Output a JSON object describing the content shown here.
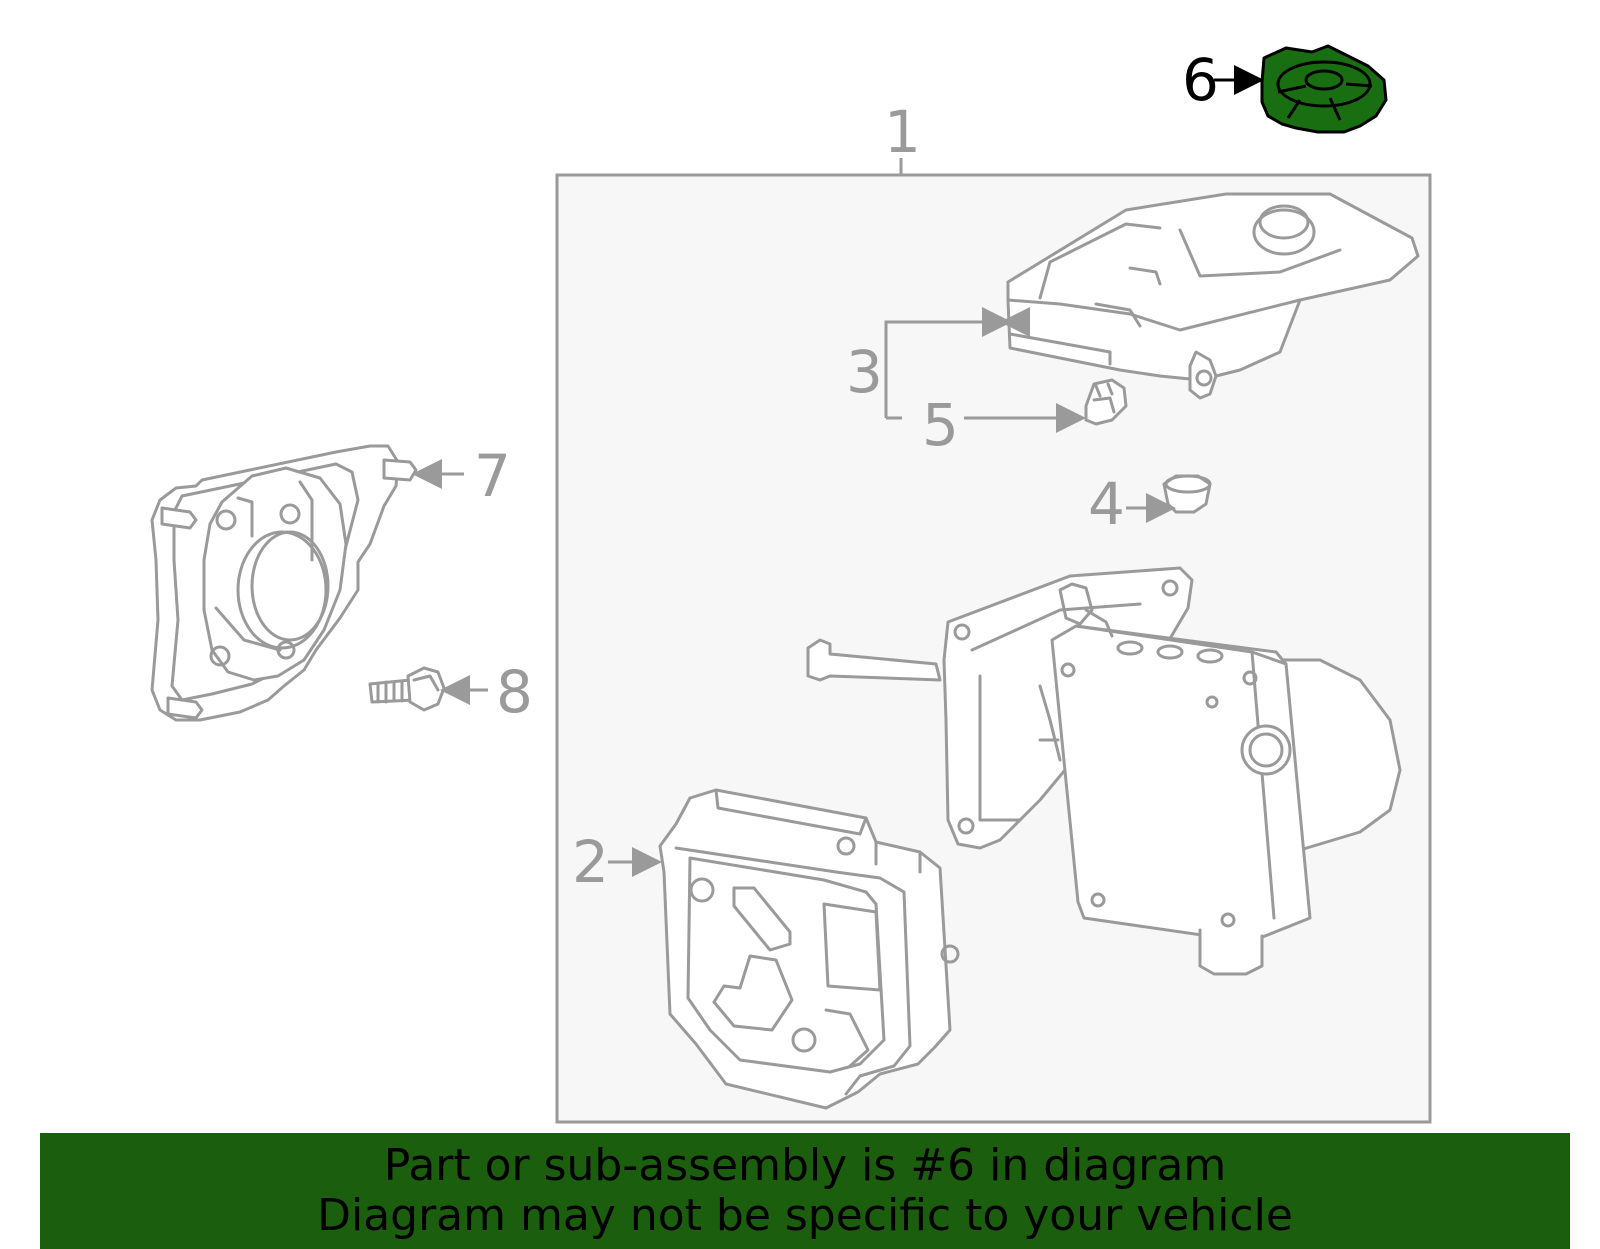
{
  "callouts": {
    "c1": "1",
    "c2": "2",
    "c3": "3",
    "c4": "4",
    "c5": "5",
    "c6": "6",
    "c7": "7",
    "c8": "8"
  },
  "highlighted_part": "6",
  "colors": {
    "highlight": "#1a6e12",
    "banner": "#1a5e0e",
    "line_gray": "#9a9a9a",
    "box_fill": "#f7f7f7"
  },
  "banner": {
    "line1": "Part or sub-assembly is #6 in diagram",
    "line2": "Diagram may not be specific to your vehicle"
  }
}
